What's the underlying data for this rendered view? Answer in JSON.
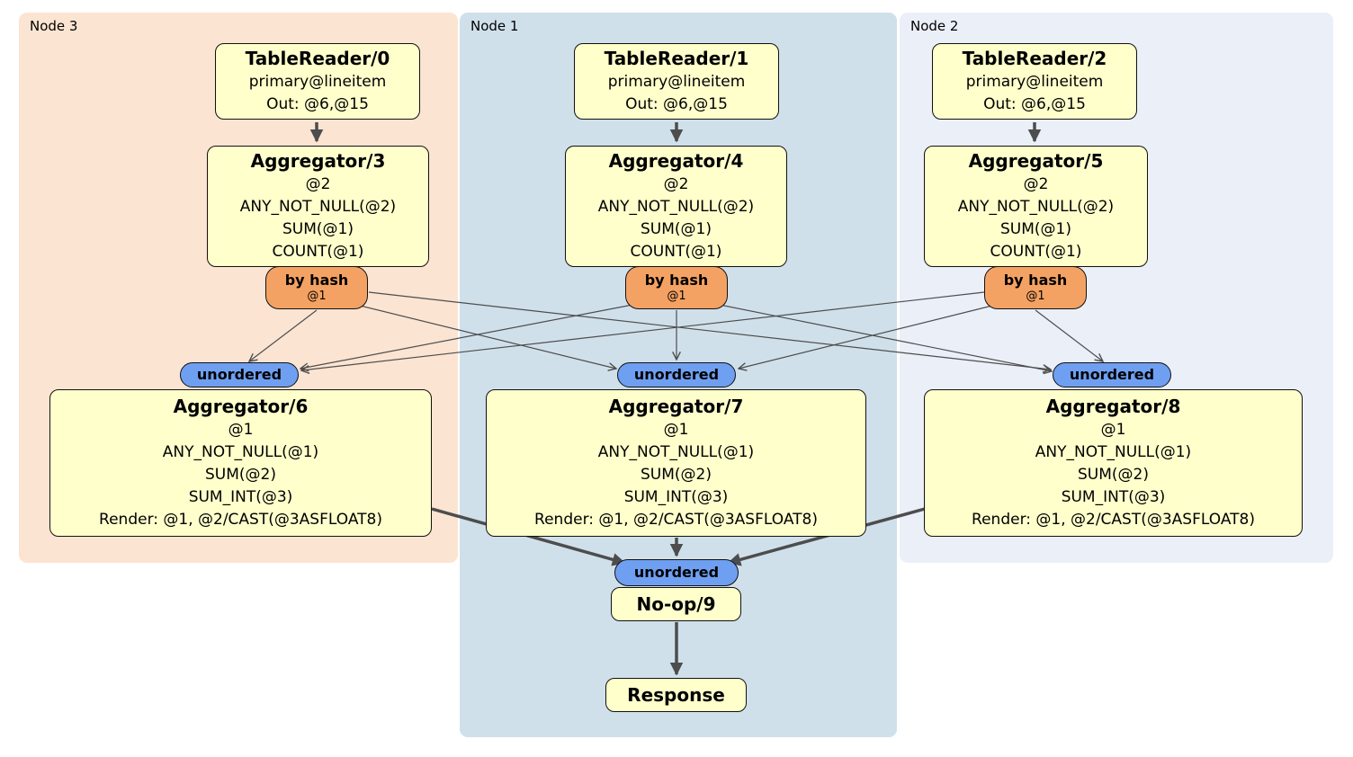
{
  "plan": {
    "node_groups": [
      {
        "label": "Node 3"
      },
      {
        "label": "Node 1"
      },
      {
        "label": "Node 2"
      }
    ],
    "table_readers": [
      {
        "title": "TableReader/0",
        "lines": [
          "primary@lineitem",
          "Out: @6,@15"
        ]
      },
      {
        "title": "TableReader/1",
        "lines": [
          "primary@lineitem",
          "Out: @6,@15"
        ]
      },
      {
        "title": "TableReader/2",
        "lines": [
          "primary@lineitem",
          "Out: @6,@15"
        ]
      }
    ],
    "stage1_aggregators": [
      {
        "title": "Aggregator/3",
        "lines": [
          "@2",
          "ANY_NOT_NULL(@2)",
          "SUM(@1)",
          "COUNT(@1)"
        ]
      },
      {
        "title": "Aggregator/4",
        "lines": [
          "@2",
          "ANY_NOT_NULL(@2)",
          "SUM(@1)",
          "COUNT(@1)"
        ]
      },
      {
        "title": "Aggregator/5",
        "lines": [
          "@2",
          "ANY_NOT_NULL(@2)",
          "SUM(@1)",
          "COUNT(@1)"
        ]
      }
    ],
    "hash_routers": [
      {
        "label": "by hash",
        "detail": "@1"
      },
      {
        "label": "by hash",
        "detail": "@1"
      },
      {
        "label": "by hash",
        "detail": "@1"
      }
    ],
    "synchronizers": [
      {
        "label": "unordered"
      },
      {
        "label": "unordered"
      },
      {
        "label": "unordered"
      },
      {
        "label": "unordered"
      }
    ],
    "stage2_aggregators": [
      {
        "title": "Aggregator/6",
        "lines": [
          "@1",
          "ANY_NOT_NULL(@1)",
          "SUM(@2)",
          "SUM_INT(@3)",
          "Render: @1, @2/CAST(@3ASFLOAT8)"
        ]
      },
      {
        "title": "Aggregator/7",
        "lines": [
          "@1",
          "ANY_NOT_NULL(@1)",
          "SUM(@2)",
          "SUM_INT(@3)",
          "Render: @1, @2/CAST(@3ASFLOAT8)"
        ]
      },
      {
        "title": "Aggregator/8",
        "lines": [
          "@1",
          "ANY_NOT_NULL(@1)",
          "SUM(@2)",
          "SUM_INT(@3)",
          "Render: @1, @2/CAST(@3ASFLOAT8)"
        ]
      }
    ],
    "noop": {
      "title": "No-op/9"
    },
    "response": {
      "title": "Response"
    },
    "colors": {
      "node3_bg": "#fce4d2",
      "node1_bg": "#d0e0eb",
      "node2_bg": "#ebeff8",
      "processor_bg": "#ffffcc",
      "router_bg": "#f4a263",
      "synchronizer_bg": "#6f9ff0",
      "edge": "#4d4d4d"
    }
  }
}
